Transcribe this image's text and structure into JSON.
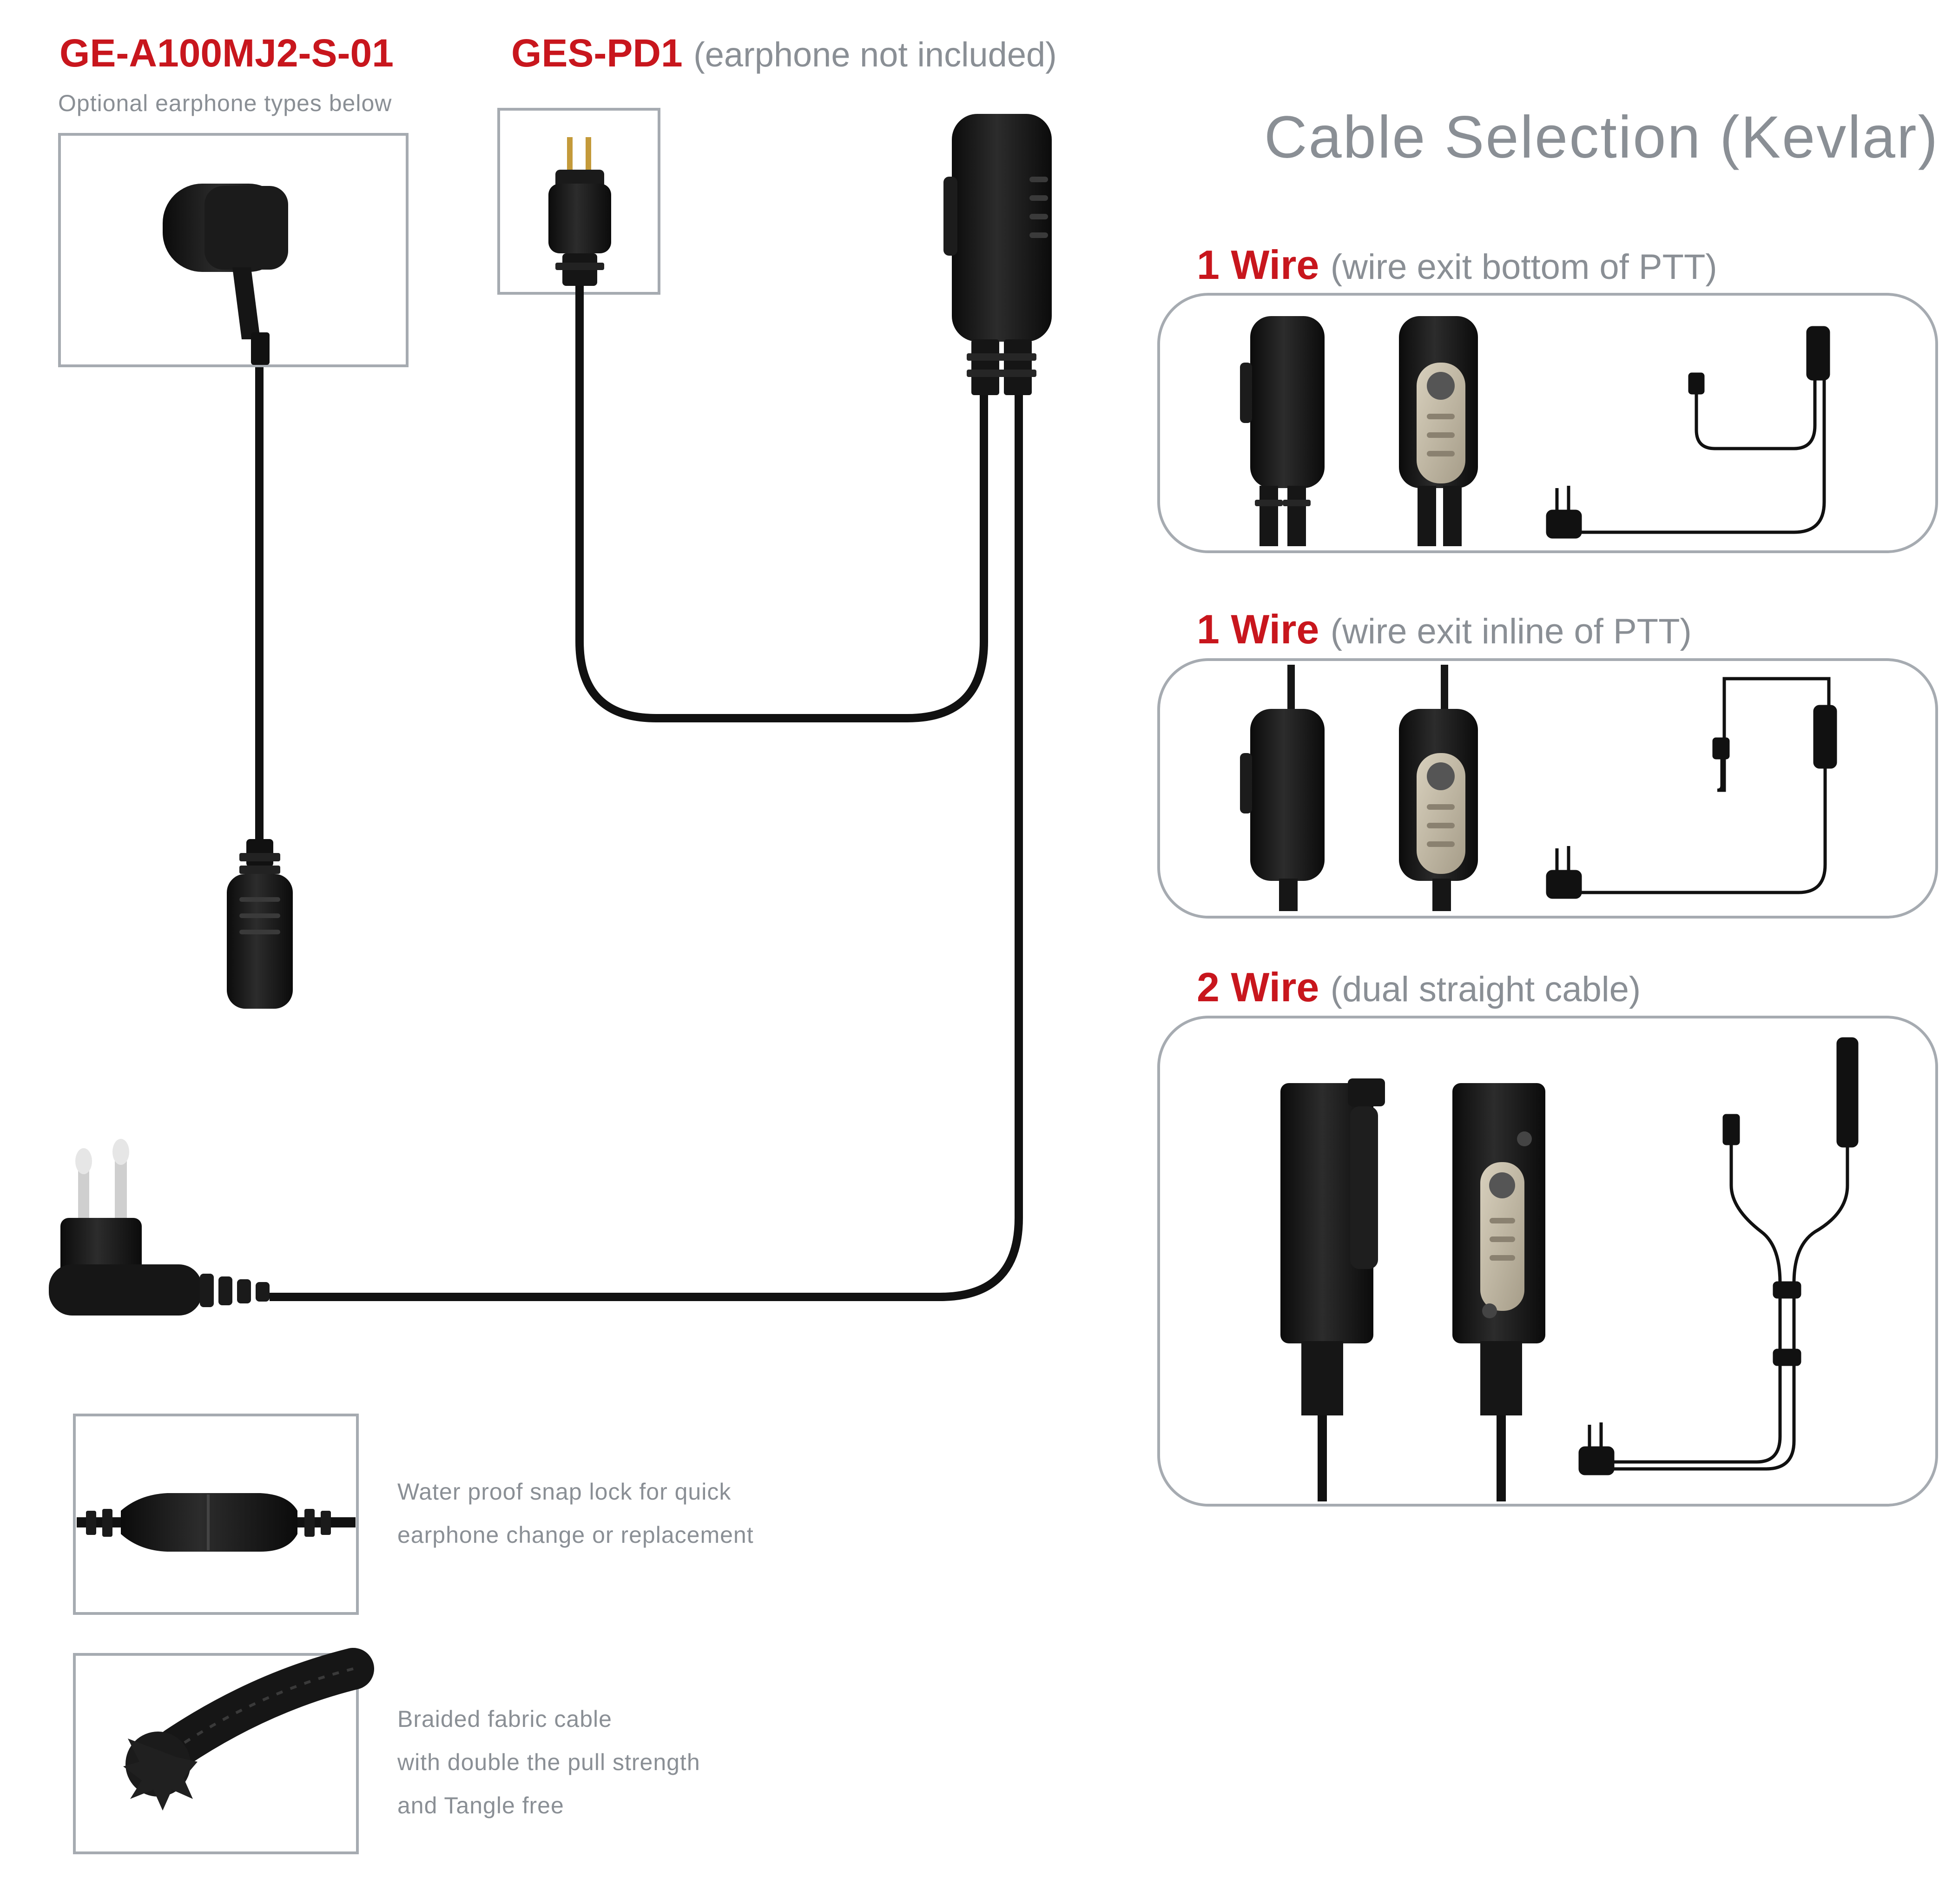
{
  "left_product": {
    "code": "GE-A100MJ2-S-01",
    "note": "Optional earphone types below"
  },
  "center_product": {
    "code": "GES-PD1",
    "note": "(earphone not included)"
  },
  "cable_selection": {
    "title": "Cable Selection (Kevlar)",
    "options": [
      {
        "wires": "1 Wire",
        "description": "(wire exit bottom of PTT)"
      },
      {
        "wires": "1 Wire",
        "description": "(wire exit inline of PTT)"
      },
      {
        "wires": "2 Wire",
        "description": "(dual straight cable)"
      }
    ]
  },
  "features": [
    {
      "lines": [
        "Water proof snap lock for quick",
        "earphone change or replacement"
      ]
    },
    {
      "lines": [
        "Braided fabric cable",
        "with double the pull strength",
        "and Tangle free"
      ]
    }
  ],
  "colors": {
    "accent_red": "#c8161d",
    "muted_gray": "#8a8f95",
    "frame_gray": "#a6abb1",
    "product_black": "#1a1a1a"
  }
}
